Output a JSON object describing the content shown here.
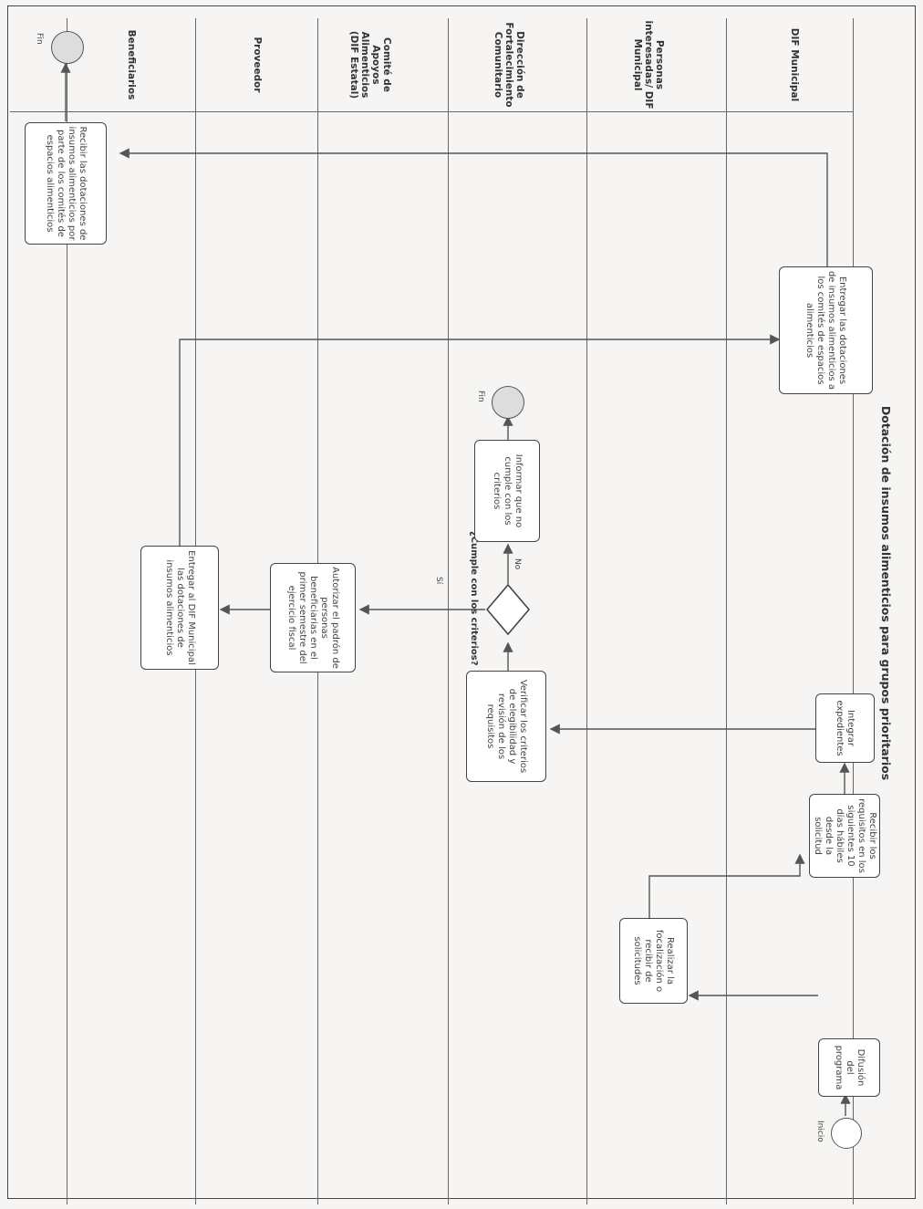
{
  "title": "Dotación de insumos alimenticios para grupos prioritarios",
  "lanes": [
    "DIF Municipal",
    "Personas interesadas/ DIF Municipal",
    "Dirección de Fortalecimiento Comunitario",
    "Comité de Apoyos Alimenticios (DIF Estatal)",
    "Proveedor",
    "Beneficiarios"
  ],
  "nodes": {
    "start": "Inicio",
    "difusion": "Difusión del programa",
    "realizar": "Realizar la focalización o recibir de solicitudes",
    "recibir_req": "Recibir los requisitos en los siguientes 10 días hábiles desde la solicitud",
    "integrar": "Integrar expedientes",
    "verificar": "Verificar los criterios de elegibilidad y revisión de los requisitos",
    "decision": "¿Cumple con los criterios?",
    "no_label": "No",
    "si_label": "Sí",
    "informar": "Informar que no cumple con los criterios",
    "fin1": "Fin",
    "autorizar": "Autorizar el padrón de personas beneficiarias en el primer semestre del ejercicio fiscal",
    "entregar_dif": "Entregar al DIF Municipal las dotaciones de insumos alimenticios",
    "entregar_comites": "Entregar las dotaciones de insumos alimenticios a los comités de espacios alimenticios",
    "recibir_dot": "Recibir las dotaciones de insumos alimenticios por parte de los comités de espacios alimenticios",
    "fin2": "Fin"
  },
  "colors": {
    "line": "#555555",
    "border": "#444444",
    "circle": "#dddddd"
  }
}
